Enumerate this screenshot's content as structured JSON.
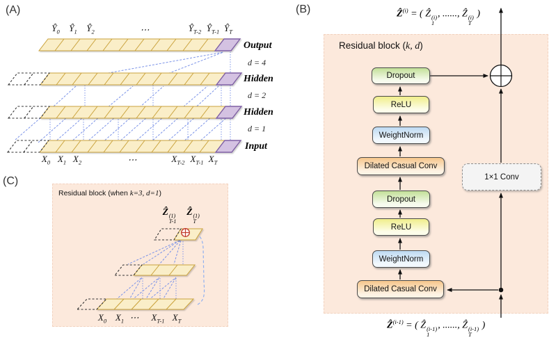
{
  "panel_a": {
    "tag": "(A)",
    "output_labels": [
      {
        "base": "Ŷ",
        "sub": "0"
      },
      {
        "base": "Ŷ",
        "sub": "1"
      },
      {
        "base": "Ŷ",
        "sub": "2"
      },
      {
        "base": "⋯",
        "sub": ""
      },
      {
        "base": "Ŷ",
        "sub": "T-2"
      },
      {
        "base": "Ŷ",
        "sub": "T-1"
      },
      {
        "base": "Ŷ",
        "sub": "T"
      }
    ],
    "input_labels": [
      {
        "base": "X",
        "sub": "0"
      },
      {
        "base": "X",
        "sub": "1"
      },
      {
        "base": "X",
        "sub": "2"
      },
      {
        "base": "⋯",
        "sub": ""
      },
      {
        "base": "X",
        "sub": "T-2"
      },
      {
        "base": "X",
        "sub": "T-1"
      },
      {
        "base": "X",
        "sub": "T"
      }
    ],
    "layers": [
      {
        "name": "Output",
        "dilation": "d = 4"
      },
      {
        "name": "Hidden",
        "dilation": "d = 2"
      },
      {
        "name": "Hidden",
        "dilation": "d = 1"
      },
      {
        "name": "Input",
        "dilation": ""
      }
    ]
  },
  "panel_b": {
    "tag": "(B)",
    "block_title": {
      "prefix": "Residual block (",
      "params": "k, d",
      "suffix": ")"
    },
    "boxes": {
      "dropout": "Dropout",
      "relu": "ReLU",
      "weightnorm": "WeightNorm",
      "dilated_conv": "Dilated Casual Conv",
      "conv_1x1": "1×1 Conv"
    },
    "formula_top": {
      "vec": "Ẑ",
      "vec_sup": "(i)",
      "eq": " = ( ",
      "t1": "Ẑ",
      "t1_sup": "(i)",
      "t1_sub": "1",
      "dots": ", ......, ",
      "t2": "Ẑ",
      "t2_sup": "(i)",
      "t2_sub": "T",
      "close": " )"
    },
    "formula_bottom": {
      "vec": "Ẑ",
      "vec_sup": "(i-1)",
      "eq": " = ( ",
      "t1": "Ẑ",
      "t1_sup": "(i-1)",
      "t1_sub": "1",
      "dots": ", ......, ",
      "t2": "Ẑ",
      "t2_sup": "(i-1)",
      "t2_sub": "T",
      "close": " )"
    }
  },
  "panel_c": {
    "tag": "(C)",
    "block_title": {
      "prefix": "Residual block (when ",
      "params": "k=3, d=1",
      "suffix": ")"
    },
    "z_labels": [
      {
        "base": "Ẑ",
        "sup": "(1)",
        "sub": "T-1"
      },
      {
        "base": "Ẑ",
        "sup": "(1)",
        "sub": "T"
      }
    ],
    "x_labels": [
      {
        "base": "X",
        "sub": "0"
      },
      {
        "base": "X",
        "sub": "1"
      },
      {
        "base": "⋯",
        "sub": ""
      },
      {
        "base": "X",
        "sub": "T-1"
      },
      {
        "base": "X",
        "sub": "T"
      }
    ],
    "plus_symbol": "⊕"
  },
  "colors": {
    "panel_bg": "#fce9dc",
    "strip_fill": "#faeec8",
    "strip_border": "#c9a13b",
    "last_cell_fill": "#d4c2e2",
    "last_cell_border": "#7e5fa4",
    "connection_blue": "#7b93e8",
    "skip_blue": "#8fb0f0",
    "plus_red": "#c0392b",
    "dropout_green": "#c3e098",
    "relu_yellow": "#f0ee8a",
    "weightnorm_blue": "#bedaf2",
    "conv_orange": "#f6c68b"
  }
}
